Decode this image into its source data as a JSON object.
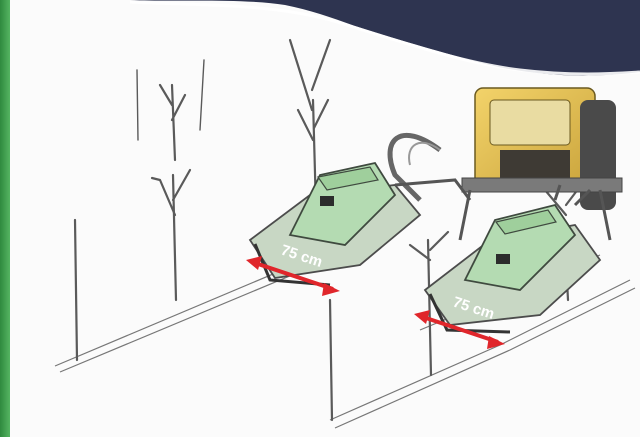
{
  "colors": {
    "left_band": "#3e9a4b",
    "top_banner": "#2e3450",
    "machine_green": "#b9dcb6",
    "dimension_arrow": "#e0262b",
    "sketch_line": "#555555"
  },
  "illustration": {
    "left_label": "75 cm",
    "right_label": "75 cm"
  },
  "icons": [
    "left-green-band",
    "top-banner-wave",
    "tractor",
    "mulcher-machine-left",
    "mulcher-machine-right",
    "dimension-arrow-left",
    "dimension-arrow-right"
  ]
}
